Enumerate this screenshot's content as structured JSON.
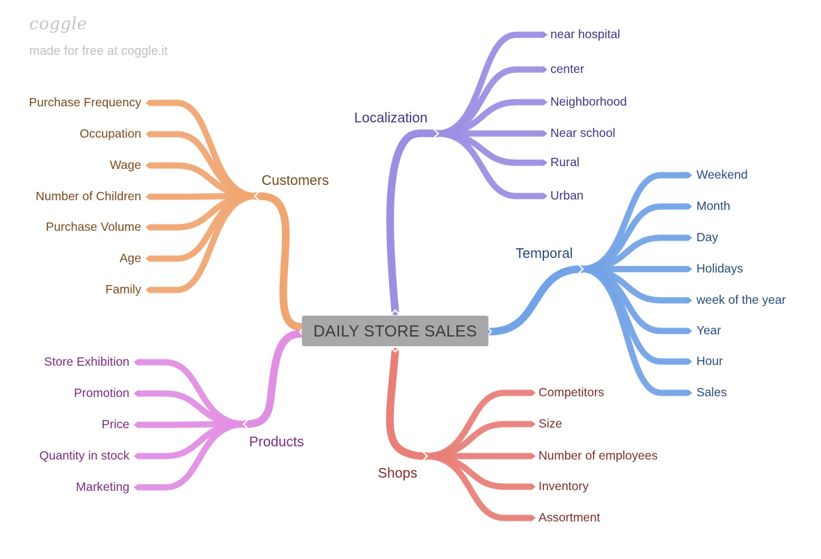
{
  "watermark": {
    "logo": "coggle",
    "text": "made for free at coggle.it"
  },
  "center": {
    "label": "DAILY STORE SALES"
  },
  "branches": [
    {
      "key": "localization",
      "label": "Localization",
      "color": "#9b8fe3",
      "text_color": "#3d3585",
      "items": [
        "near hospital",
        "center",
        "Neighborhood",
        "Near school",
        "Rural",
        "Urban"
      ]
    },
    {
      "key": "temporal",
      "label": "Temporal",
      "color": "#73a3e6",
      "text_color": "#2a4a7a",
      "items": [
        "Weekend",
        "Month",
        "Day",
        "Holidays",
        "week of the year",
        "Year",
        "Hour",
        "Sales"
      ]
    },
    {
      "key": "shops",
      "label": "Shops",
      "color": "#e88079",
      "text_color": "#7a2e2a",
      "items": [
        "Competitors",
        "Size",
        "Number of employees",
        "Inventory",
        "Assortment"
      ]
    },
    {
      "key": "customers",
      "label": "Customers",
      "color": "#f0a673",
      "text_color": "#7a4a1e",
      "items": [
        "Purchase Frequency",
        "Occupation",
        "Wage",
        "Number of Children",
        "Purchase Volume",
        "Age",
        "Family"
      ]
    },
    {
      "key": "products",
      "label": "Products",
      "color": "#e08fe3",
      "text_color": "#7a2a7e",
      "items": [
        "Store Exhibition",
        "Promotion",
        "Price",
        "Quantity in stock",
        "Marketing"
      ]
    }
  ]
}
